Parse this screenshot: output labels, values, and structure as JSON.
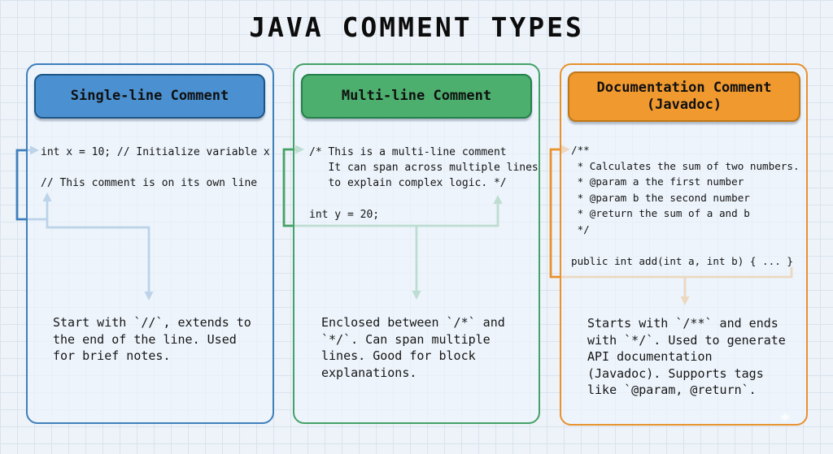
{
  "title": "JAVA COMMENT TYPES",
  "colors": {
    "blue": "#3e7fbc",
    "blue_fill": "#4b90d0",
    "blue_dark": "#1d5586",
    "green": "#44a167",
    "green_fill": "#4caf6e",
    "green_dark": "#23804a",
    "orange": "#e8912d",
    "orange_fill": "#f0992f",
    "orange_dark": "#bf7717"
  },
  "panels": [
    {
      "header": "Single-line Comment",
      "code": "int x = 10; // Initialize variable x\n\n// This comment is on its own line",
      "description": "Start with `//`, extends to\nthe end of the line. Used\nfor brief notes."
    },
    {
      "header": "Multi-line Comment",
      "code": "/* This is a multi-line comment\n   It can span across multiple lines\n   to explain complex logic. */\n\nint y = 20;",
      "description": "Enclosed between `/*` and\n`*/`. Can span multiple\nlines. Good for block\nexplanations."
    },
    {
      "header": "Documentation Comment\n(Javadoc)",
      "code": "/**\n * Calculates the sum of two numbers.\n * @param a the first number\n * @param b the second number\n * @return the sum of a and b\n */\n\npublic int add(int a, int b) { ... }",
      "description": "Starts with `/**` and ends\nwith `*/`. Used to generate\nAPI documentation\n(Javadoc). Supports tags\nlike `@param, @return`."
    }
  ],
  "watermark": "✦"
}
